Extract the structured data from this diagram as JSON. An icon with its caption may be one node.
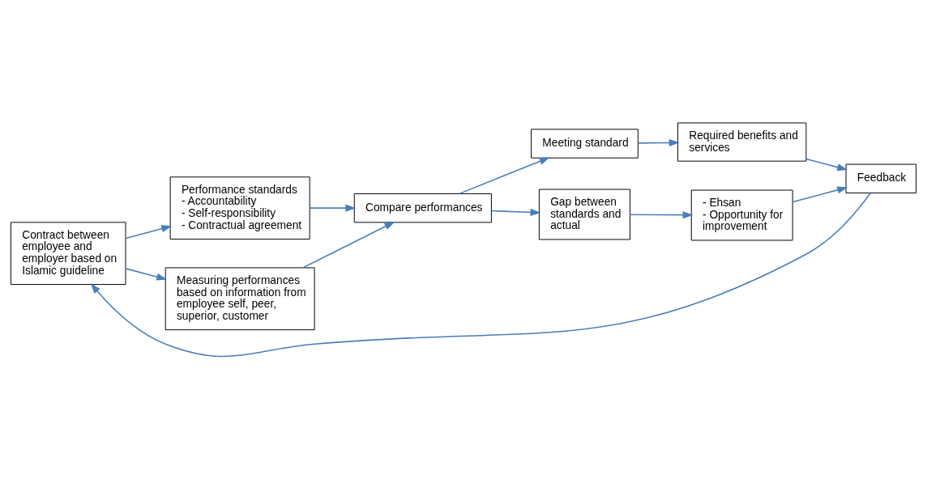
{
  "diagram": {
    "nodes": [
      {
        "text": [
          "Contract between employee and employer based on Islamic guideline"
        ]
      },
      {
        "text": [
          "Performance standards",
          "- Accountability",
          "- Self-responsibility",
          "- Contractual agreement"
        ]
      },
      {
        "text": [
          "Compare performances"
        ]
      },
      {
        "text": [
          "Measuring performances based on information from employee self, peer, superior, customer"
        ]
      },
      {
        "text": [
          "Meeting standard"
        ]
      },
      {
        "text": [
          "Gap between standards and actual"
        ]
      },
      {
        "text": [
          "Required benefits and services"
        ]
      },
      {
        "text": [
          "- Ehsan",
          "- Opportunity for improvement"
        ]
      },
      {
        "text": [
          "Feedback"
        ]
      }
    ],
    "edges": [
      {
        "from": 0,
        "to": 1,
        "arrow": "to"
      },
      {
        "from": 0,
        "to": 3,
        "arrow": "to"
      },
      {
        "from": 1,
        "to": 2,
        "arrow": "to"
      },
      {
        "from": 3,
        "to": 2,
        "arrow": "to"
      },
      {
        "from": 2,
        "to": 4,
        "arrow": "to"
      },
      {
        "from": 2,
        "to": 5,
        "arrow": "to"
      },
      {
        "from": 4,
        "to": 6,
        "arrow": "to"
      },
      {
        "from": 5,
        "to": 7,
        "arrow": "to"
      },
      {
        "from": 6,
        "to": 8,
        "arrow": "to"
      },
      {
        "from": 7,
        "to": 8,
        "arrow": "to"
      },
      {
        "from": 8,
        "to": 0,
        "arrow": "to"
      }
    ]
  }
}
